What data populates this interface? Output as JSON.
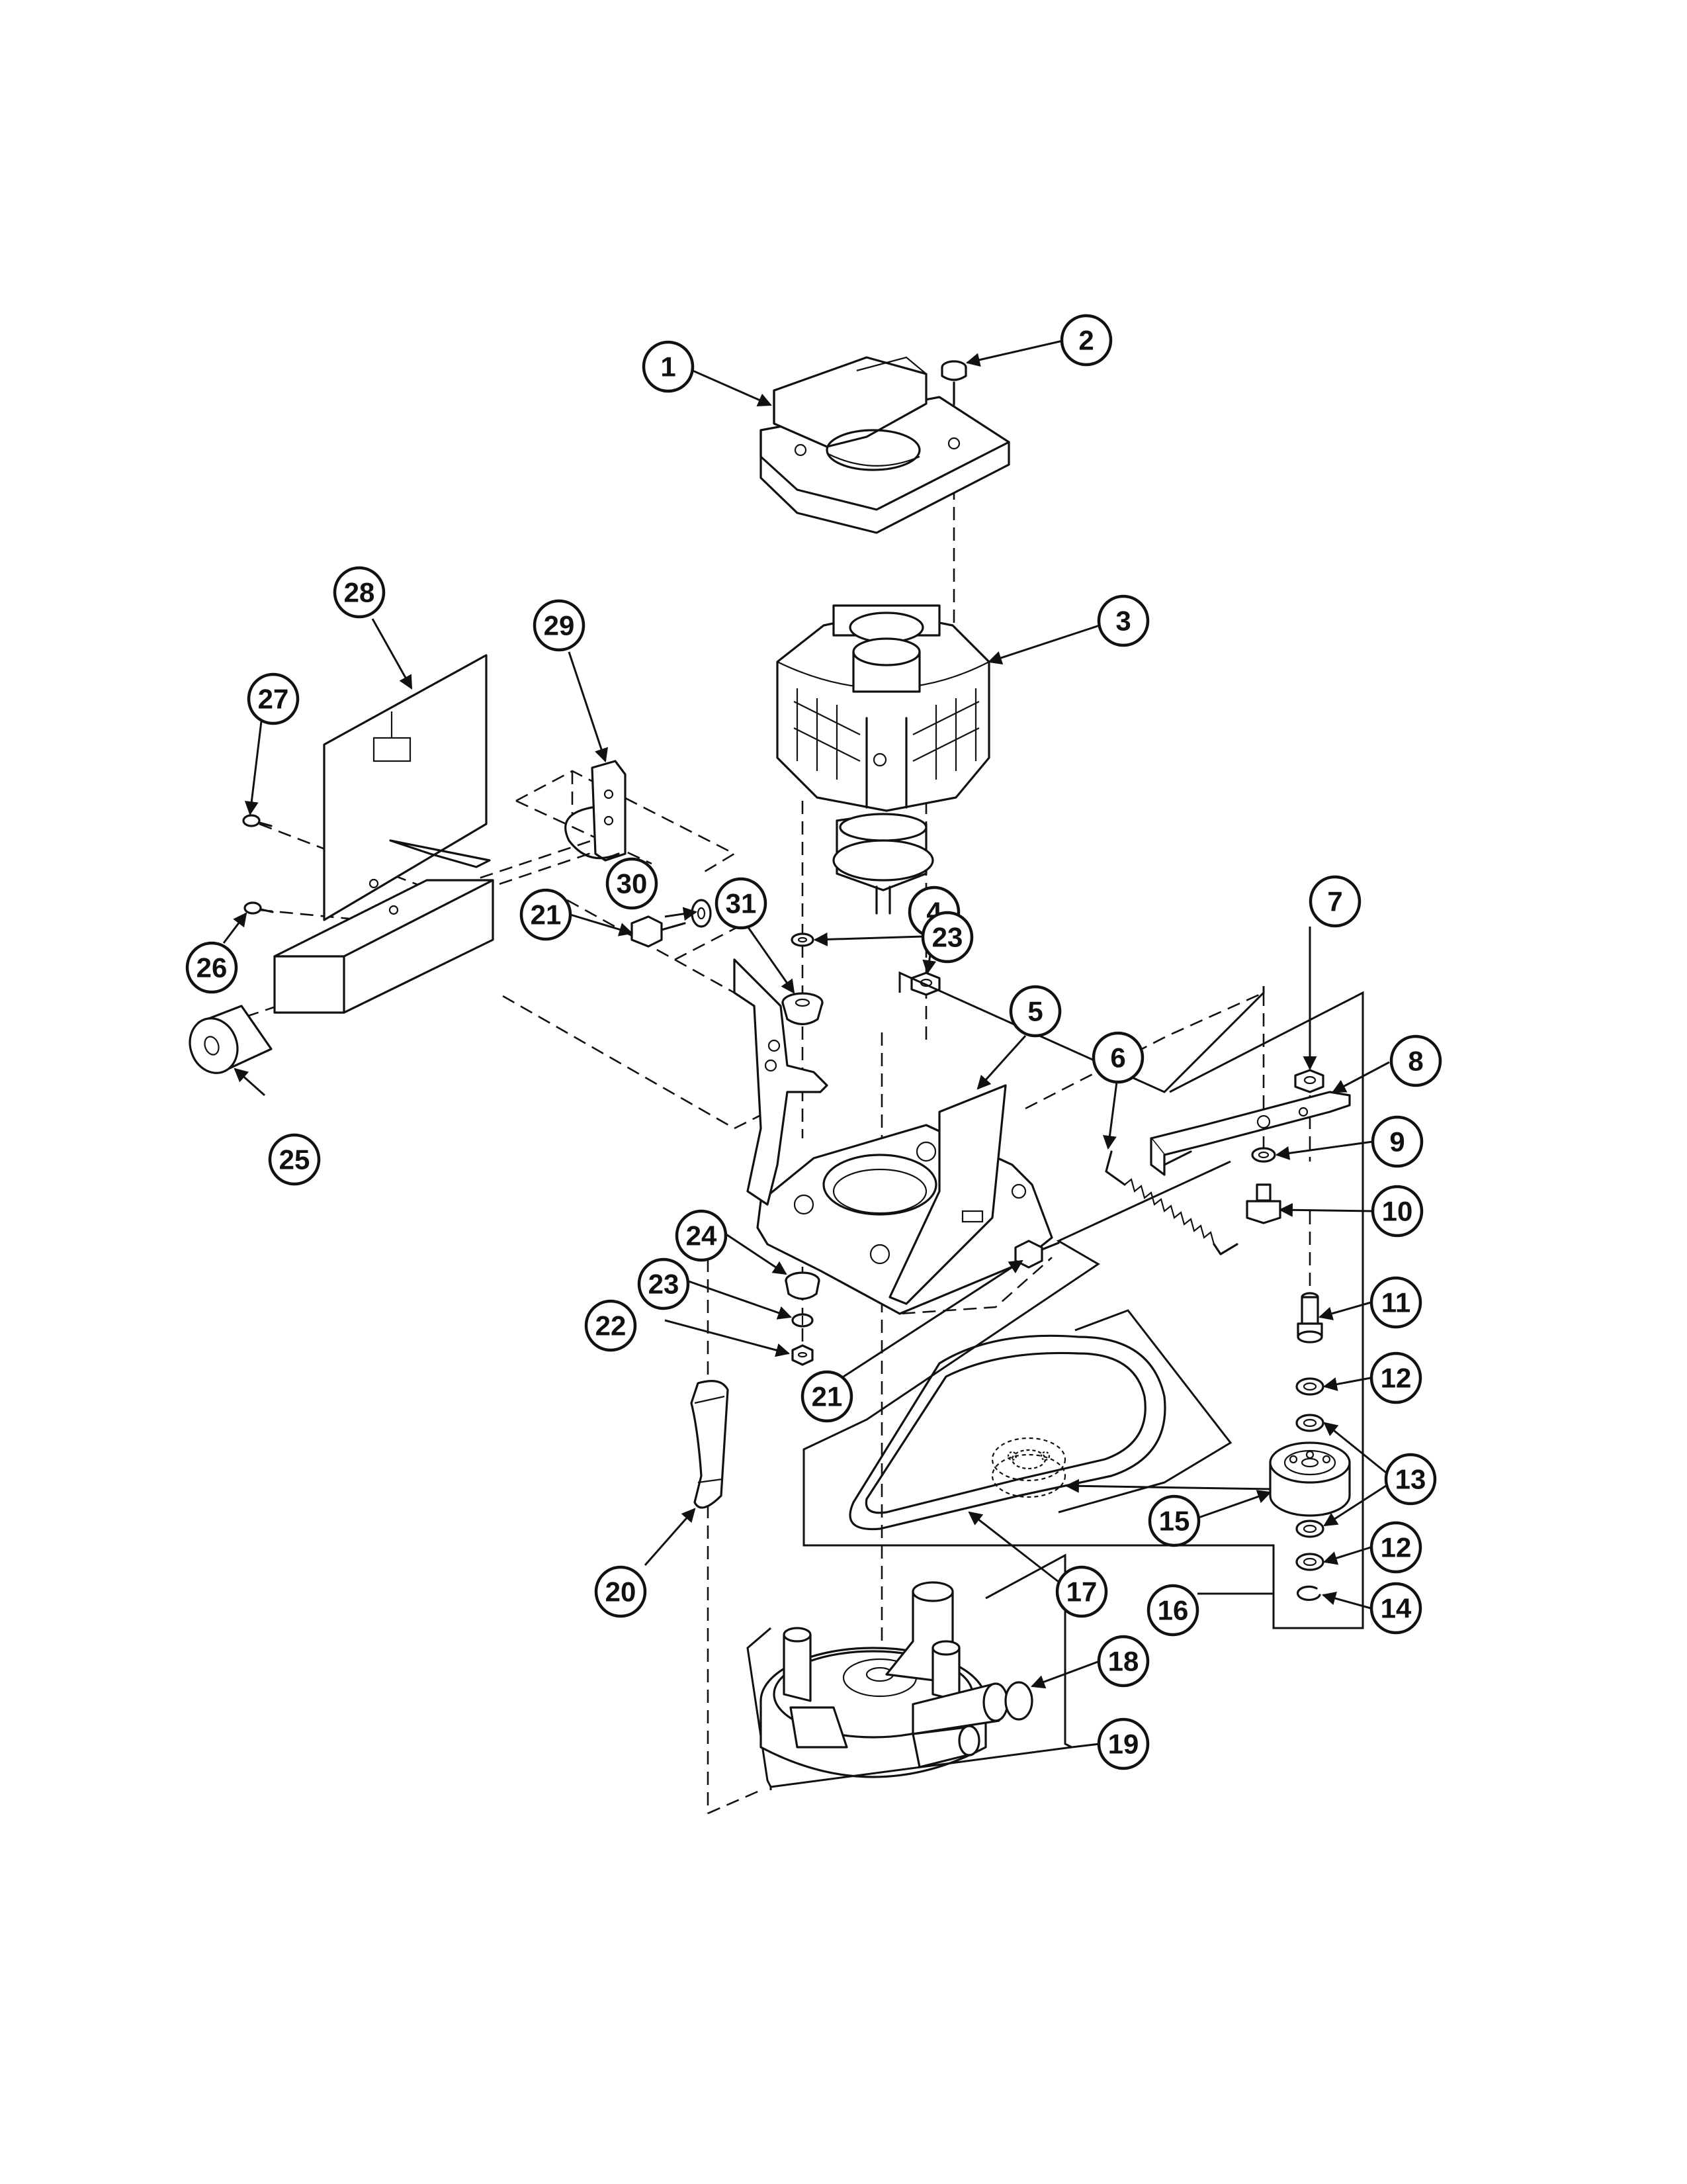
{
  "diagram": {
    "callouts": {
      "c1": "1",
      "c2": "2",
      "c3": "3",
      "c4": "4",
      "c5": "5",
      "c6": "6",
      "c7": "7",
      "c8": "8",
      "c9": "9",
      "c10": "10",
      "c11": "11",
      "c12a": "12",
      "c12b": "12",
      "c13": "13",
      "c14": "14",
      "c15": "15",
      "c16": "16",
      "c17": "17",
      "c18": "18",
      "c19": "19",
      "c20": "20",
      "c21a": "21",
      "c21b": "21",
      "c22": "22",
      "c23a": "23",
      "c23b": "23",
      "c24": "24",
      "c25": "25",
      "c26": "26",
      "c27": "27",
      "c28": "28",
      "c29": "29",
      "c30": "30",
      "c31": "31"
    }
  }
}
